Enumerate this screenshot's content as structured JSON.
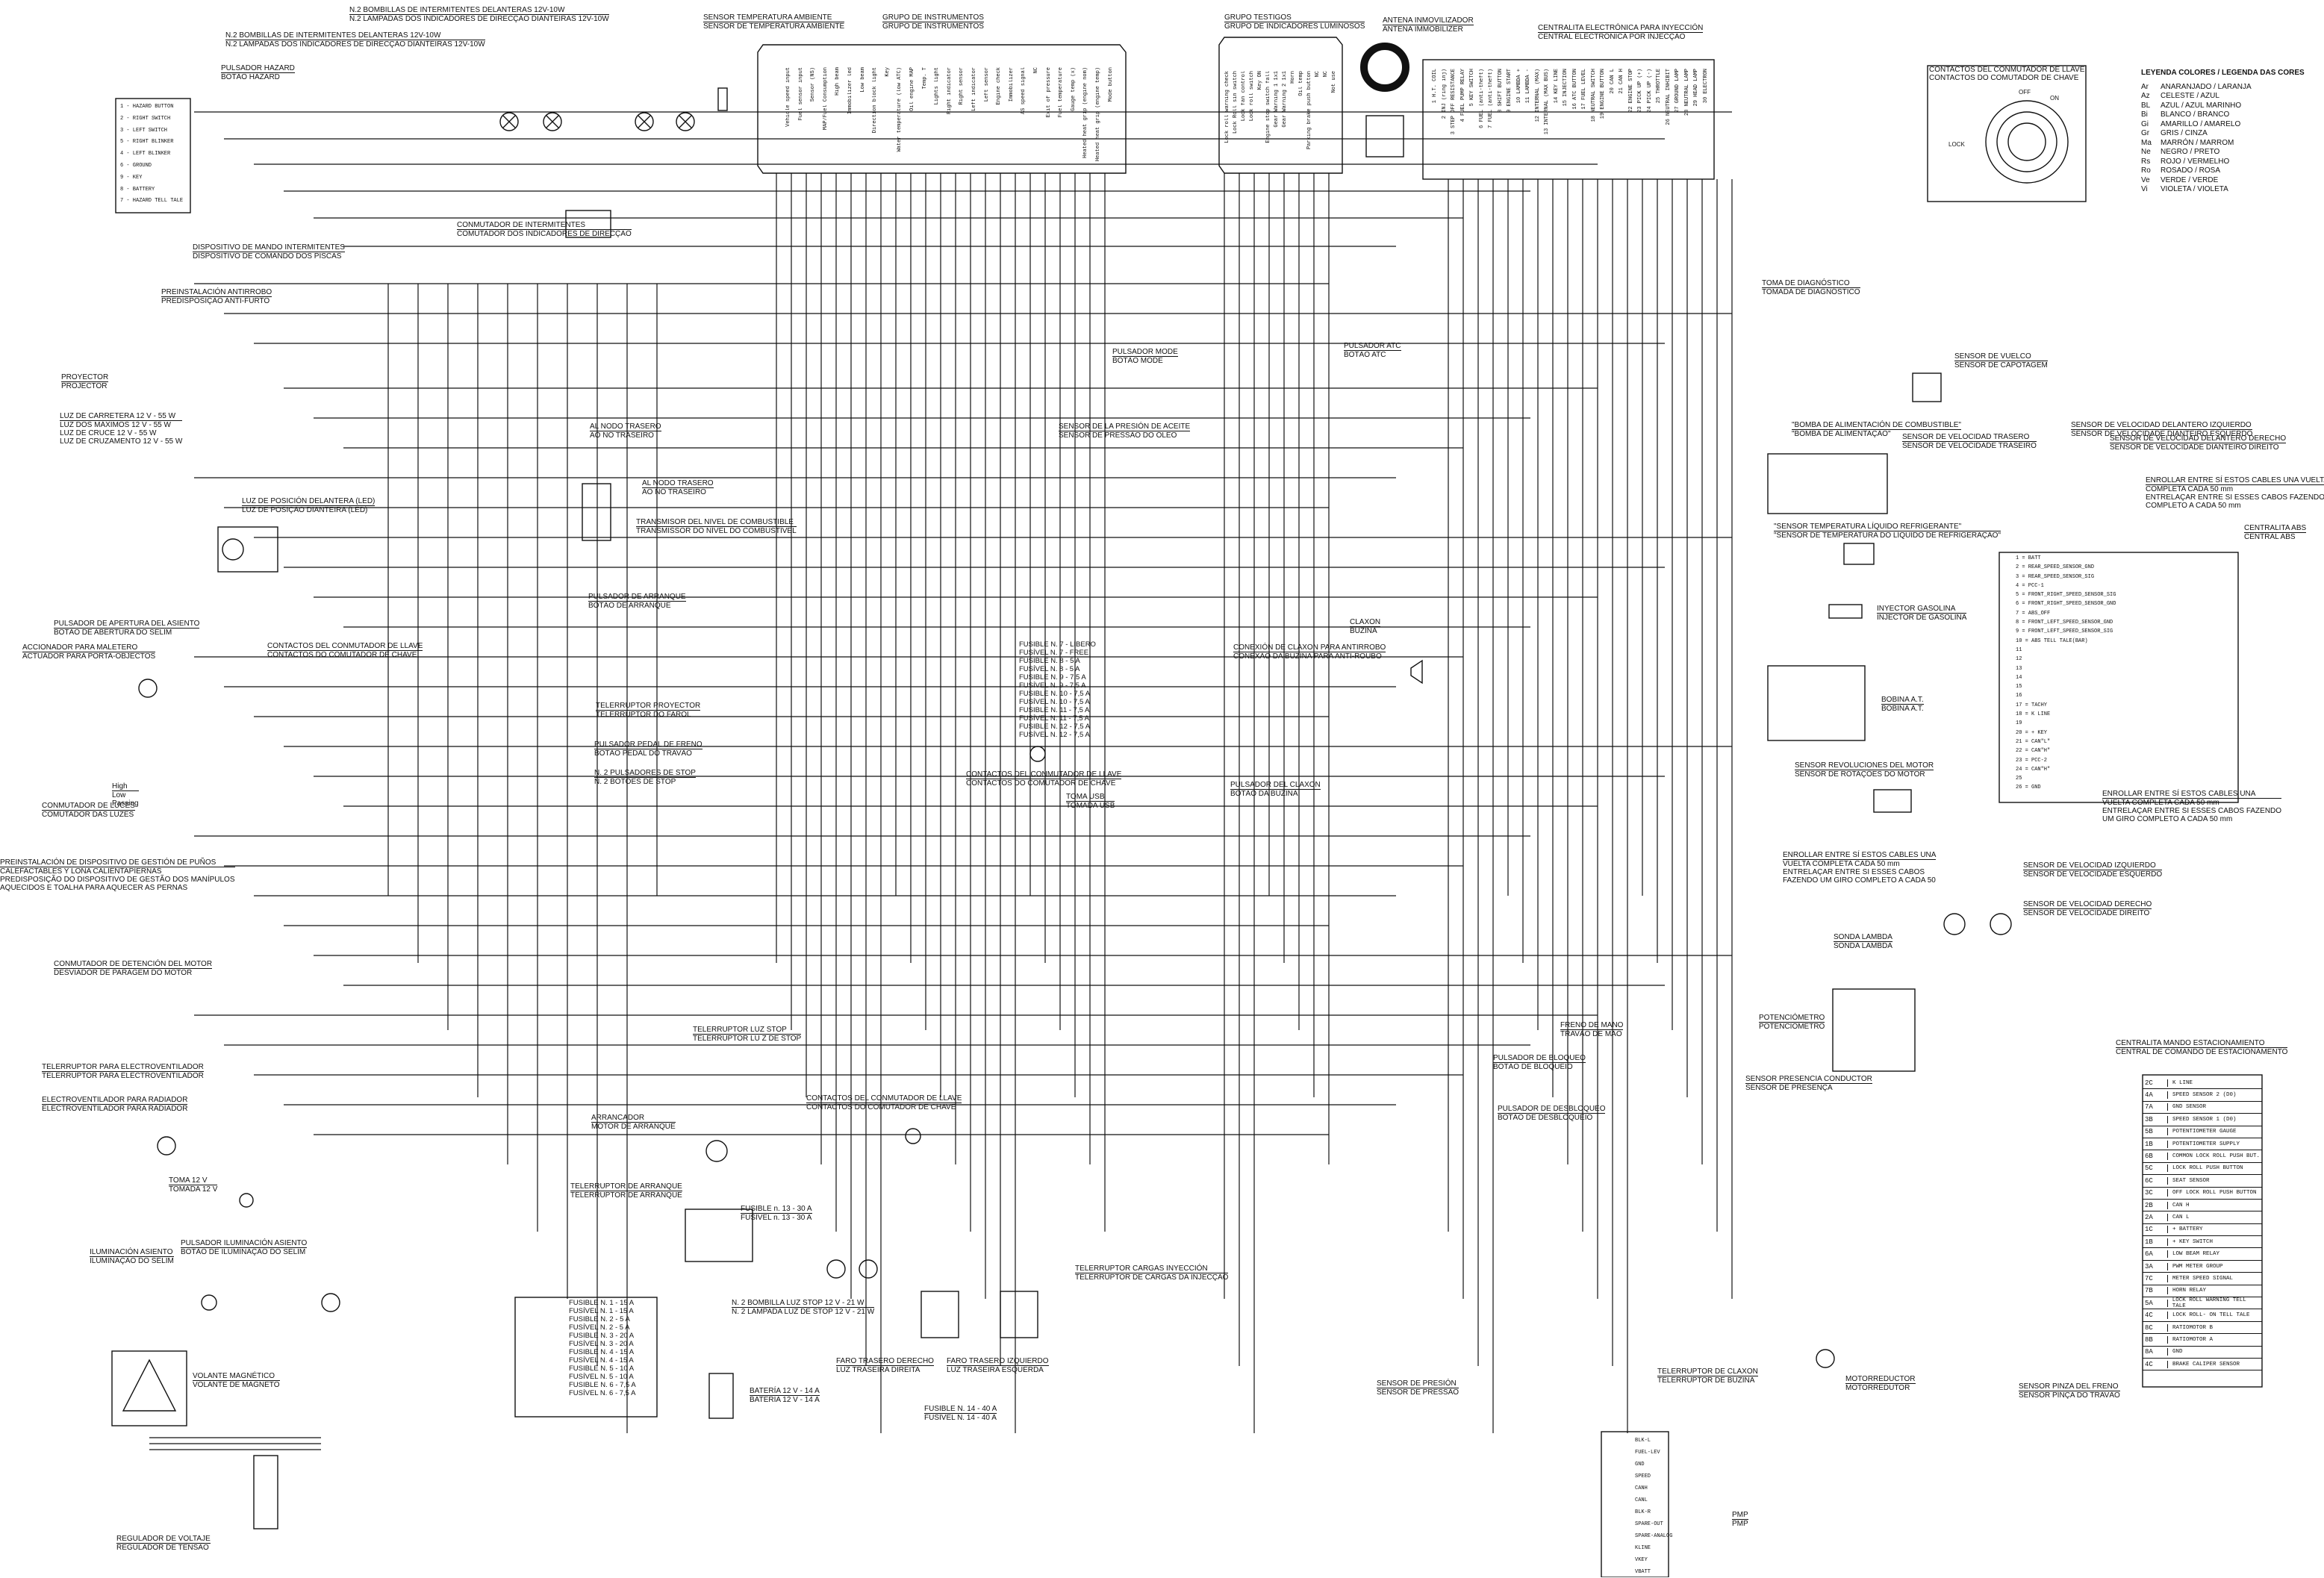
{
  "legend": {
    "title": "LEYENDA COLORES / LEGENDA DAS CORES",
    "items": [
      {
        "code": "Ar",
        "name": "ANARANJADO / LARANJA"
      },
      {
        "code": "Az",
        "name": "CELESTE / AZUL"
      },
      {
        "code": "BL",
        "name": "AZUL / AZUL MARINHO"
      },
      {
        "code": "Bi",
        "name": "BLANCO / BRANCO"
      },
      {
        "code": "Gi",
        "name": "AMARILLO / AMARELO"
      },
      {
        "code": "Gr",
        "name": "GRIS / CINZA"
      },
      {
        "code": "Ma",
        "name": "MARRÓN / MARROM"
      },
      {
        "code": "Ne",
        "name": "NEGRO / PRETO"
      },
      {
        "code": "Rs",
        "name": "ROJO / VERMELHO"
      },
      {
        "code": "Ro",
        "name": "ROSADO / ROSA"
      },
      {
        "code": "Ve",
        "name": "VERDE / VERDE"
      },
      {
        "code": "Vi",
        "name": "VIOLETA / VIOLETA"
      }
    ]
  },
  "key_switch": {
    "label": [
      "CONTACTOS DEL CONMUTADOR DE LLAVE",
      "CONTACTOS DO COMUTADOR DE CHAVE"
    ],
    "positions": [
      "OFF",
      "ON",
      "LOCK"
    ]
  },
  "labels": {
    "front_blinker_bulbs_a": [
      "N.2 BOMBILLAS DE INTERMITENTES DELANTERAS 12V-10W",
      "N.2 LAMPADAS DOS INDICADORES DE DIRECÇÃO DIANTEIRAS 12V-10W"
    ],
    "front_blinker_bulbs_b": [
      "N.2 BOMBILLAS DE INTERMITENTES DELANTERAS 12V-10W",
      "N.2 LAMPADAS DOS INDICADORES DE DIRECÇÃO DIANTEIRAS 12V-10W"
    ],
    "ambient_temp": [
      "SENSOR TEMPERATURA AMBIENTE",
      "SENSOR DE TEMPERATURA AMBIENTE"
    ],
    "instrument_group": [
      "GRUPO DE INSTRUMENTOS",
      "GRUPO DE INSTRUMENTOS"
    ],
    "warning_group": [
      "GRUPO TESTIGOS",
      "GRUPO DE INDICADORES LUMINOSOS"
    ],
    "immobilizer_antenna": [
      "ANTENA INMOVILIZADOR",
      "ANTENA IMMOBILIZER"
    ],
    "injection_ecu": [
      "CENTRALITA ELECTRÓNICA PARA INYECCIÓN",
      "CENTRAL ELECTRÓNICA POR INJECÇÃO"
    ],
    "hazard_button": [
      "PULSADOR HAZARD",
      "BOTÃO HAZARD"
    ],
    "blinker_switch": [
      "CONMUTADOR DE INTERMITENTES",
      "COMUTADOR DOS INDICADORES DE DIRECÇÃO"
    ],
    "blinker_control": [
      "DISPOSITIVO DE MANDO INTERMITENTES",
      "DISPOSITIVO DE COMANDO DOS PISCAS"
    ],
    "antitheft_pre": [
      "PREINSTALACIÓN ANTIRROBO",
      "PREDISPOSIÇÃO ANTI-FURTO"
    ],
    "projector": [
      "PROYECTOR",
      "PROJECTOR"
    ],
    "headlights": [
      "LUZ DE CARRETERA 12 V - 55 W",
      "LUZ DOS MÁXIMOS 12 V - 55 W",
      "LUZ DE CRUCE 12 V - 55 W",
      "LUZ DE CRUZAMENTO 12 V - 55 W"
    ],
    "front_position_light": [
      "LUZ DE POSICIÓN DELANTERA (LED)",
      "LUZ DE POSIÇÃO DIANTEIRA (LED)"
    ],
    "seat_open_button": [
      "PULSADOR DE APERTURA DEL ASIENTO",
      "BOTÃO DE ABERTURA DO SELIM"
    ],
    "trunk_actuator": [
      "ACCIONADOR PARA MALETERO",
      "ACTUADOR PARA PORTA-OBJECTOS"
    ],
    "key_contacts_left": [
      "CONTACTOS DEL CONMUTADOR DE LLAVE",
      "CONTACTOS DO COMUTADOR DE CHAVE"
    ],
    "light_switch": [
      "CONMUTADOR DE LUCES",
      "COMUTADOR DAS LUZES"
    ],
    "light_switch_modes": [
      "High",
      "Low",
      "Passing"
    ],
    "grip_heater_pre": [
      "PREINSTALACIÓN DE DISPOSITIVO DE GESTIÓN DE PUÑOS",
      "CALEFACTABLES Y LONA CALIENTAPIERNAS",
      "PREDISPOSIÇÃO DO DISPOSITIVO DE GESTÃO DOS MANÍPULOS",
      "AQUECIDOS E TOALHA PARA AQUECER AS PERNAS"
    ],
    "engine_stop_switch": [
      "CONMUTADOR DE DETENCIÓN DEL MOTOR",
      "DESVIADOR DE PARAGEM DO MOTOR"
    ],
    "fan_relay": [
      "TELERRUPTOR PARA ELECTROVENTILADOR",
      "TELERRUPTOR PARA ELECTROVENTILADOR"
    ],
    "radiator_fan": [
      "ELECTROVENTILADOR PARA RADIADOR",
      "ELECTROVENTILADOR PARA RADIADOR"
    ],
    "socket": [
      "TOMA 12 V",
      "TOMADA 12 V"
    ],
    "seat_light": [
      "ILUMINACIÓN ASIENTO",
      "ILUMINAÇÃO DO SELIM"
    ],
    "seat_light_button": [
      "PULSADOR ILUMINACIÓN ASIENTO",
      "BOTÃO DE ILUMINAÇÃO DO SELIM"
    ],
    "flywheel": [
      "VOLANTE MAGNÉTICO",
      "VOLANTE DE MAGNETO"
    ],
    "voltage_regulator": [
      "REGULADOR DE VOLTAJE",
      "REGULADOR DE TENSÃO"
    ],
    "rear_node_1": [
      "AL NODO TRASERO",
      "AO NÓ TRASEIRO"
    ],
    "rear_node_2": [
      "AL NODO TRASERO",
      "AO NÓ TRASEIRO"
    ],
    "fuel_level": [
      "TRANSMISOR DEL NIVEL DE COMBUSTIBLE",
      "TRANSMISSOR DO NÍVEL DO COMBUSTÍVEL"
    ],
    "start_button": [
      "PULSADOR DE ARRANQUE",
      "BOTÃO DE ARRANQUE"
    ],
    "projector_relay": [
      "TELERRUPTOR PROYECTOR",
      "TELERRUPTOR DO FAROL"
    ],
    "brake_pedal_button": [
      "PULSADOR PEDAL DE FRENO",
      "BOTÃO PEDAL DO TRAVÃO"
    ],
    "stop_buttons": [
      "N. 2 PULSADORES DE STOP",
      "N. 2 BOTÕES DE STOP"
    ],
    "stop_relay": [
      "TELERRUPTOR LUZ STOP",
      "TELERRUPTOR LU Z DE STOP"
    ],
    "starter_motor": [
      "ARRANCADOR",
      "MOTOR DE ARRANQUE"
    ],
    "key_contacts_mid": [
      "CONTACTOS DEL CONMUTADOR DE LLAVE",
      "CONTACTOS DO COMUTADOR DE CHAVE"
    ],
    "starter_relay": [
      "TELERRUPTOR DE ARRANQUE",
      "TELERRUPTOR DE ARRANQUE"
    ],
    "fuse_13": [
      "FUSIBLE n. 13 - 30 A",
      "FUSÍVEL n. 13 - 30 A"
    ],
    "stop_bulbs": [
      "N. 2 BOMBILLA LUZ STOP 12 V - 21 W",
      "N. 2 LAMPADA LUZ DE STOP 12 V - 21 W"
    ],
    "rear_light_right": [
      "FARO TRASERO DERECHO",
      "LUZ TRASEIRA DIREITA"
    ],
    "rear_light_left": [
      "FARO TRASERO IZQUIERDO",
      "LUZ TRASEIRA ESQUERDA"
    ],
    "battery": [
      "BATERÍA 12 V - 14 A",
      "BATERIA 12 V - 14 A"
    ],
    "fuse_14": [
      "FUSIBLE N. 14 - 40 A",
      "FUSÍVEL N. 14 - 40 A"
    ],
    "mode_button": [
      "PULSADOR MODE",
      "BOTÃO MODE"
    ],
    "oil_pressure": [
      "SENSOR DE LA PRESIÓN DE ACEITE",
      "SENSOR DE PRESSÃO DO ÓLEO"
    ],
    "atc_button": [
      "PULSADOR ATC",
      "BOTÃO ATC"
    ],
    "horn": [
      "CLAXON",
      "BUZINA"
    ],
    "horn_antitheft": [
      "CONEXIÓN DE CLAXON PARA ANTIRROBO",
      "CONEXÃO DA BUZINA PARA ANTI-ROUBO"
    ],
    "horn_button": [
      "PULSADOR DEL CLAXON",
      "BOTÃO DA BUZINA"
    ],
    "key_contacts_right": [
      "CONTACTOS DEL CONMUTADOR DE LLAVE",
      "CONTACTOS DO COMUTADOR DE CHAVE"
    ],
    "usb": [
      "TOMA USB",
      "TOMADA USB"
    ],
    "injection_relay": [
      "TELERRUPTOR CARGAS INYECCIÓN",
      "TELERRUPTOR DE CARGAS DA INJECÇÃO"
    ],
    "diag_socket": [
      "TOMA DE DIAGNÓSTICO",
      "TOMADA DE DIAGNÓSTICO"
    ],
    "rollover_sensor": [
      "SENSOR DE VUELCO",
      "SENSOR DE CAPOTAGEM"
    ],
    "fuel_pump": [
      "\"BOMBA DE ALIMENTACIÓN DE COMBUSTIBLE\"",
      "\"BOMBA DE ALIMENTAÇÃO\""
    ],
    "coolant_temp": [
      "\"SENSOR TEMPERATURA LÍQUIDO REFRIGERANTE\"",
      "\"SENSOR DE TEMPERATURA DO LÍQUIDO DE REFRIGERAÇÃO\""
    ],
    "injector": [
      "INYECTOR GASOLINA",
      "INJECTOR DE GASOLINA"
    ],
    "ht_coil": [
      "BOBINA A.T.",
      "BOBINA A.T."
    ],
    "rpm_sensor": [
      "SENSOR REVOLUCIONES DEL MOTOR",
      "SENSOR DE ROTAÇÕES DO MOTOR"
    ],
    "rear_speed_sensor": [
      "SENSOR DE VELOCIDAD TRASERO",
      "SENSOR DE VELOCIDADE TRASEIRO"
    ],
    "front_left_speed_sensor": [
      "SENSOR DE VELOCIDAD DELANTERO IZQUIERDO",
      "SENSOR DE VELOCIDADE DIANTEIRO ESQUERDO"
    ],
    "front_right_speed_sensor": [
      "SENSOR DE VELOCIDAD DELANTERO DERECHO",
      "SENSOR DE VELOCIDADE DIANTEIRO DIREITO"
    ],
    "twist_note_1": [
      "ENROLLAR ENTRE SÍ ESTOS CABLES UNA VUELTA",
      "COMPLETA CADA 50 mm",
      "ENTRELAÇAR ENTRE SI ESSES CABOS FAZENDO UM GIRO",
      "COMPLETO A CADA 50 mm"
    ],
    "abs_ecu": [
      "CENTRALITA ABS",
      "CENTRAL ABS"
    ],
    "twist_note_2": [
      "ENROLLAR ENTRE SÍ ESTOS CABLES UNA",
      "VUELTA COMPLETA CADA 50 mm",
      "ENTRELAÇAR ENTRE SI ESSES CABOS FAZENDO",
      "UM GIRO COMPLETO A CADA 50 mm"
    ],
    "twist_note_3": [
      "ENROLLAR ENTRE SÍ ESTOS CABLES UNA",
      "VUELTA COMPLETA CADA 50 mm",
      "ENTRELAÇAR ENTRE SI ESSES CABOS",
      "FAZENDO UM GIRO COMPLETO A CADA 50"
    ],
    "left_speed_sensor": [
      "SENSOR DE VELOCIDAD IZQUIERDO",
      "SENSOR DE VELOCIDADE ESQUERDO"
    ],
    "right_speed_sensor": [
      "SENSOR DE VELOCIDAD DERECHO",
      "SENSOR DE VELOCIDADE DIREITO"
    ],
    "lambda": [
      "SONDA LAMBDA",
      "SONDA LAMBDA"
    ],
    "potentiometer": [
      "POTENCIÓMETRO",
      "POTENCIÓMETRO"
    ],
    "hand_brake": [
      "FRENO DE MANO",
      "TRAVÃO DE MÃO"
    ],
    "lock_button": [
      "PULSADOR DE BLOQUEO",
      "BOTÃO DE BLOQUEIO"
    ],
    "unlock_button": [
      "PULSADOR DE DESBLOQUEO",
      "BOTÃO DE DESBLOQUEIO"
    ],
    "driver_presence": [
      "SENSOR PRESENCIA CONDUCTOR",
      "SENSOR DE PRESENÇA"
    ],
    "parking_ecu": [
      "CENTRALITA MANDO ESTACIONAMIENTO",
      "CENTRAL DE COMANDO DE ESTACIONAMENTO"
    ],
    "pressure_sensor": [
      "SENSOR DE PRESIÓN",
      "SENSOR DE PRESSÃO"
    ],
    "horn_relay": [
      "TELERRUPTOR DE CLAXON",
      "TELERRUPTOR DE BUZINA"
    ],
    "gear_motor": [
      "MOTORREDUCTOR",
      "MOTORREDUTOR"
    ],
    "caliper_sensor": [
      "SENSOR PINZA DEL FRENO",
      "SENSOR PINÇA DO TRAVÃO"
    ],
    "pmp": [
      "PMP",
      "PMP"
    ]
  },
  "hazard_pins": [
    "1 - HAZARD BUTTON",
    "2 - RIGHT SWITCH",
    "3 - LEFT SWITCH",
    "5 - RIGHT BLINKER",
    "4 - LEFT BLINKER",
    "6 - GROUND",
    "9 - KEY",
    "8 - BATTERY",
    "7 - HAZARD TELL TALE"
  ],
  "fuses_dash": [
    "FUSIBLE N. 7 - LIBERO",
    "FUSÍVEL N. 7 - FREE",
    "FUSIBLE N. 8 - 5 A",
    "FUSÍVEL N. 8 - 5 A",
    "FUSIBLE N. 9 - 7,5 A",
    "FUSÍVEL N. 9 - 7,5 A",
    "FUSIBLE N. 10 - 7,5 A",
    "FUSÍVEL N. 10 - 7,5 A",
    "FUSIBLE N. 11 - 7,5 A",
    "FUSÍVEL N. 11 - 7,5 A",
    "FUSIBLE N. 12 - 7,5 A",
    "FUSÍVEL N. 12 - 7,5 A"
  ],
  "fuses_main": [
    "FUSIBLE N. 1 - 15 A",
    "FUSÍVEL N. 1 - 15 A",
    "FUSIBLE N. 2 - 5 A",
    "FUSÍVEL N. 2 - 5 A",
    "FUSIBLE N. 3 - 20 A",
    "FUSÍVEL N. 3 - 20 A",
    "FUSIBLE N. 4 - 15 A",
    "FUSÍVEL N. 4 - 15 A",
    "FUSIBLE N. 5 - 10 A",
    "FUSÍVEL N. 5 - 10 A",
    "FUSIBLE N. 6 - 7,5 A",
    "FUSÍVEL N. 6 - 7,5 A"
  ],
  "instrument_pins": [
    "Vehicle speed input",
    "Fuel sensor input",
    "Sensor (NS)",
    "MAP/Fuel Consumption",
    "High beam",
    "Immobilizer led",
    "Low beam",
    "Direction block light",
    "Key",
    "Water temperature (low ATC)",
    "Oil engine MAP",
    "Temp. T",
    "Lights light",
    "Right indicator",
    "Right sensor",
    "Left indicator",
    "Left sensor",
    "Engine check",
    "Immobilizer",
    "AS speed signal",
    "NC",
    "Exit of pressure",
    "Fuel temperature",
    "Gauge temp (x)",
    "Heated heat grip (engine nom)",
    "Heated heat grip (engine temp)",
    "Mode button"
  ],
  "warning_pins": [
    "Lock roll warning check",
    "Lock Roll sin switch",
    "Lock fan control",
    "Lock roll switch",
    "Key ON",
    "Engine stop switch fall",
    "Gear Warning 1 1x1",
    "Gear Warning 2 1x1",
    "Horn",
    "Oil temp",
    "Parking brake push button",
    "NC",
    "NC",
    "Not use"
  ],
  "injection_pins": [
    "1 H.T. COIL",
    "2 INJ (ring inj)",
    "3 STEP OFF RESISTANCE",
    "4 FUEL PUMP RELAY",
    "5 KEY SWITCH",
    "6 FUEL (anti-theft)",
    "7 FUEL (anti-theft)",
    "8 SHIFT BUTTON",
    "9 ENGINE START",
    "10 LAMBDA +",
    "11 LAMBDA -",
    "12 INTERNAL (MAX)",
    "13 INTERNAL (MAX BUS)",
    "14 KEY LINE",
    "15 INJECTION",
    "16 ATC BUTTON",
    "17 FUEL LEVEL",
    "18 NEUTRAL SWITCH",
    "19 ENGINE BUTTON",
    "20 CAN L",
    "21 CAN H",
    "22 ENGINE STOP",
    "23 PICK UP (+)",
    "24 PICK UP (-)",
    "25 THROTTLE",
    "26 NEUTRAL INHIBIT",
    "27 GROUND LAMP",
    "28 NEUTRAL LAMP",
    "29 HEAD LAMP",
    "30 ELECTRON"
  ],
  "abs_pins": [
    "1 = BATT",
    "2 = REAR_SPEED_SENSOR_GND",
    "3 = REAR_SPEED_SENSOR_SIG",
    "4 = PCC-1",
    "5 = FRONT_RIGHT_SPEED_SENSOR_SIG",
    "6 = FRONT_RIGHT_SPEED_SENSOR_GND",
    "7 = ABS_OFF",
    "8 = FRONT_LEFT_SPEED_SENSOR_GND",
    "9 = FRONT_LEFT_SPEED_SENSOR_SIG",
    "10 = ABS TELL TALE(BAR)",
    "11",
    "12",
    "13",
    "14",
    "15",
    "16",
    "17 = TACHY",
    "18 = K LINE",
    "19",
    "20 = + KEY",
    "21 = CAN\"L\"",
    "22 = CAN\"H\"",
    "23 = PCC-2",
    "24 = CAN\"H\"",
    "25",
    "26 = GND"
  ],
  "parking_ecu_rows": [
    {
      "k": "2C",
      "v": "K LINE"
    },
    {
      "k": "4A",
      "v": "SPEED SENSOR 2 (D0)"
    },
    {
      "k": "7A",
      "v": "GND SENSOR"
    },
    {
      "k": "3B",
      "v": "SPEED SENSOR 1 (D0)"
    },
    {
      "k": "5B",
      "v": "POTENTIOMETER GAUGE"
    },
    {
      "k": "1B",
      "v": "POTENTIOMETER SUPPLY"
    },
    {
      "k": "6B",
      "v": "COMMON LOCK ROLL PUSH BUT."
    },
    {
      "k": "5C",
      "v": "LOCK ROLL PUSH BUTTON"
    },
    {
      "k": "6C",
      "v": "SEAT SENSOR"
    },
    {
      "k": "3C",
      "v": "OFF LOCK ROLL PUSH BUTTON"
    },
    {
      "k": "2B",
      "v": "CAN H"
    },
    {
      "k": "2A",
      "v": "CAN L"
    },
    {
      "k": "1C",
      "v": "+ BATTERY"
    },
    {
      "k": "1B",
      "v": "+ KEY SWITCH"
    },
    {
      "k": "6A",
      "v": "LOW BEAM RELAY"
    },
    {
      "k": "3A",
      "v": "PWM METER GROUP"
    },
    {
      "k": "7C",
      "v": "METER SPEED SIGNAL"
    },
    {
      "k": "7B",
      "v": "HORN RELAY"
    },
    {
      "k": "5A",
      "v": "LOCK ROLL WARNING TELL TALE"
    },
    {
      "k": "4C",
      "v": "LOCK ROLL- ON TELL TALE"
    },
    {
      "k": "8C",
      "v": "RATIOMOTOR B"
    },
    {
      "k": "8B",
      "v": "RATIOMOTOR A"
    },
    {
      "k": "8A",
      "v": "GND"
    },
    {
      "k": "4C",
      "v": "BRAKE CALIPER SENSOR"
    }
  ],
  "pmp_pins": [
    "BLK-L",
    "FUEL-LEV",
    "GND",
    "SPEED",
    "CANH",
    "CANL",
    "BLK-R",
    "SPARE-OUT",
    "SPARE-ANALOG",
    "KLINE",
    "VKEY",
    "VBATT"
  ]
}
